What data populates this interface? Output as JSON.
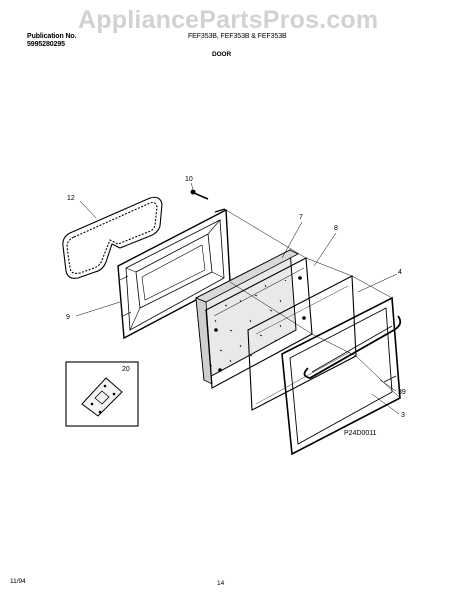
{
  "header": {
    "watermark": "AppliancePartsPros.com",
    "publication_label": "Publication No.",
    "publication_number": "5995280295",
    "models": "FEF353B, FEF353B & FEF353B",
    "section_title": "DOOR"
  },
  "diagram": {
    "callouts": [
      "12",
      "10",
      "7",
      "8",
      "4",
      "9",
      "20",
      "39",
      "3"
    ],
    "figure_code": "P24D0011"
  },
  "footer": {
    "date": "11/94",
    "page_number": "14"
  }
}
